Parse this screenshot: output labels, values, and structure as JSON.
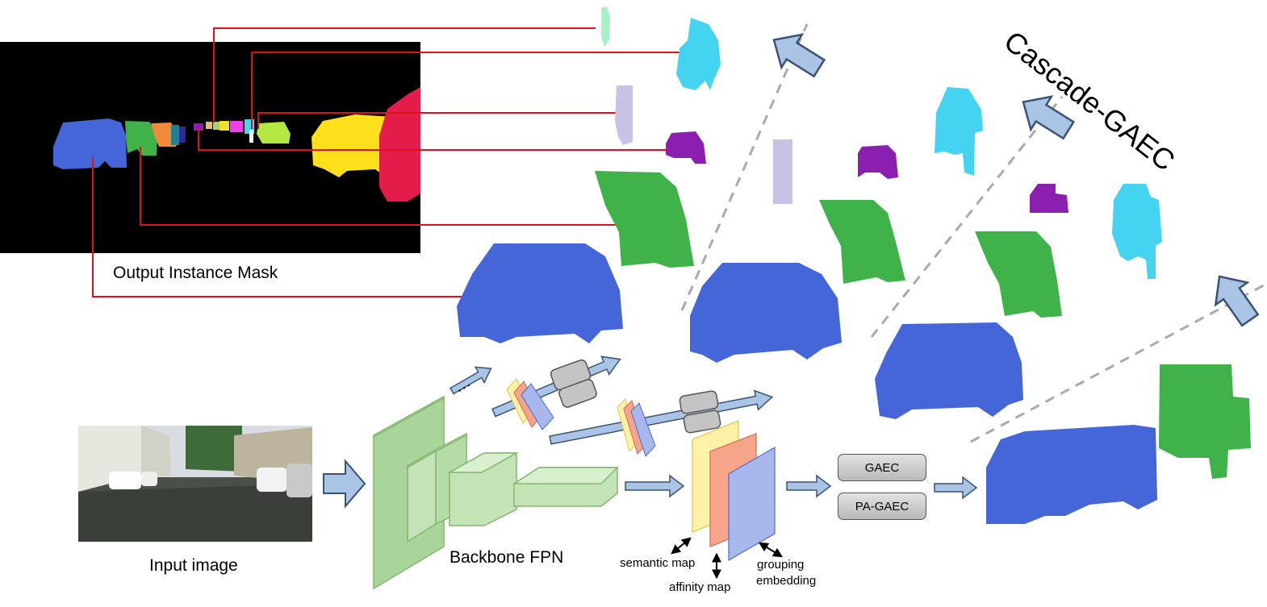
{
  "labels": {
    "output_mask": "Output Instance Mask",
    "input_image": "Input image",
    "backbone": "Backbone FPN",
    "semantic_map": "semantic map",
    "affinity_map": "affinity map",
    "grouping_1": "grouping",
    "grouping_2": "embedding",
    "cascade": "Cascade-GAEC",
    "ellipsis": "…"
  },
  "buttons": {
    "gaec": "GAEC",
    "pa_gaec": "PA-GAEC"
  },
  "colors": {
    "mask_bg": "#000000",
    "blue_instance": "#4466d9",
    "green_instance": "#3fb24a",
    "cyan_instance": "#44d4f2",
    "purple_instance": "#8b1fb0",
    "lavender_instance": "#c8c3e6",
    "mint_instance": "#a8f0c6",
    "red_line": "#e0101a",
    "arrow_fill": "#aac4e6",
    "arrow_stroke": "#3a5375",
    "fpn_fill": "#c4e3b6",
    "fpn_stroke": "#82b86e",
    "map_yellow": "#fff1a8",
    "map_orange": "#f7a58a",
    "map_blue": "#a8b8ec"
  }
}
